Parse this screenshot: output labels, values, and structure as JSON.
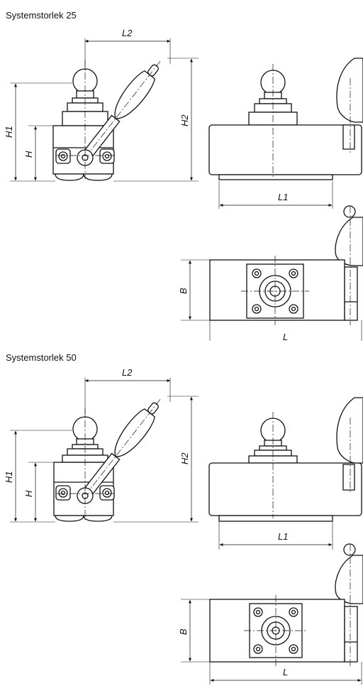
{
  "sections": [
    {
      "title": "Systemstorlek 25",
      "dims": {
        "l2": "L2",
        "h1": "H1",
        "h": "H",
        "h2": "H2",
        "l1": "L1",
        "b": "B",
        "l": "L"
      }
    },
    {
      "title": "Systemstorlek 50",
      "dims": {
        "l2": "L2",
        "h1": "H1",
        "h": "H",
        "h2": "H2",
        "l1": "L1",
        "b": "B",
        "l": "L"
      }
    }
  ]
}
